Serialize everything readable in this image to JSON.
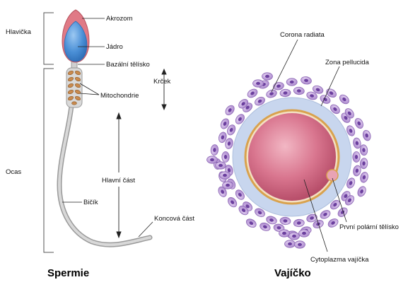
{
  "sperm": {
    "title": "Spermie",
    "labels": {
      "head": "Hlavička",
      "tail": "Ocas",
      "acrosome": "Akrozom",
      "nucleus": "Jádro",
      "basal_body": "Bazální tělísko",
      "neck": "Krček",
      "mitochondria": "Mitochondrie",
      "principal_piece": "Hlavní část",
      "flagellum": "Bičík",
      "end_piece": "Koncová část"
    }
  },
  "egg": {
    "title": "Vajíčko",
    "labels": {
      "corona_radiata": "Corona radiata",
      "zona_pellucida": "Zona pellucida",
      "polar_body": "První polární tělísko",
      "cytoplasm": "Cytoplazma vajíčka"
    }
  },
  "colors": {
    "acrosome": "#e07a86",
    "nucleus": "#4a8fd6",
    "tail": "#c9c9c9",
    "mitochondria": "#c98a4e",
    "corona_cell": "#c7a8e0",
    "corona_nucleus": "#6b3f9e",
    "zona": "#c8d6ee",
    "ooplasm": "#c85a75",
    "ring": "#e0b060"
  }
}
